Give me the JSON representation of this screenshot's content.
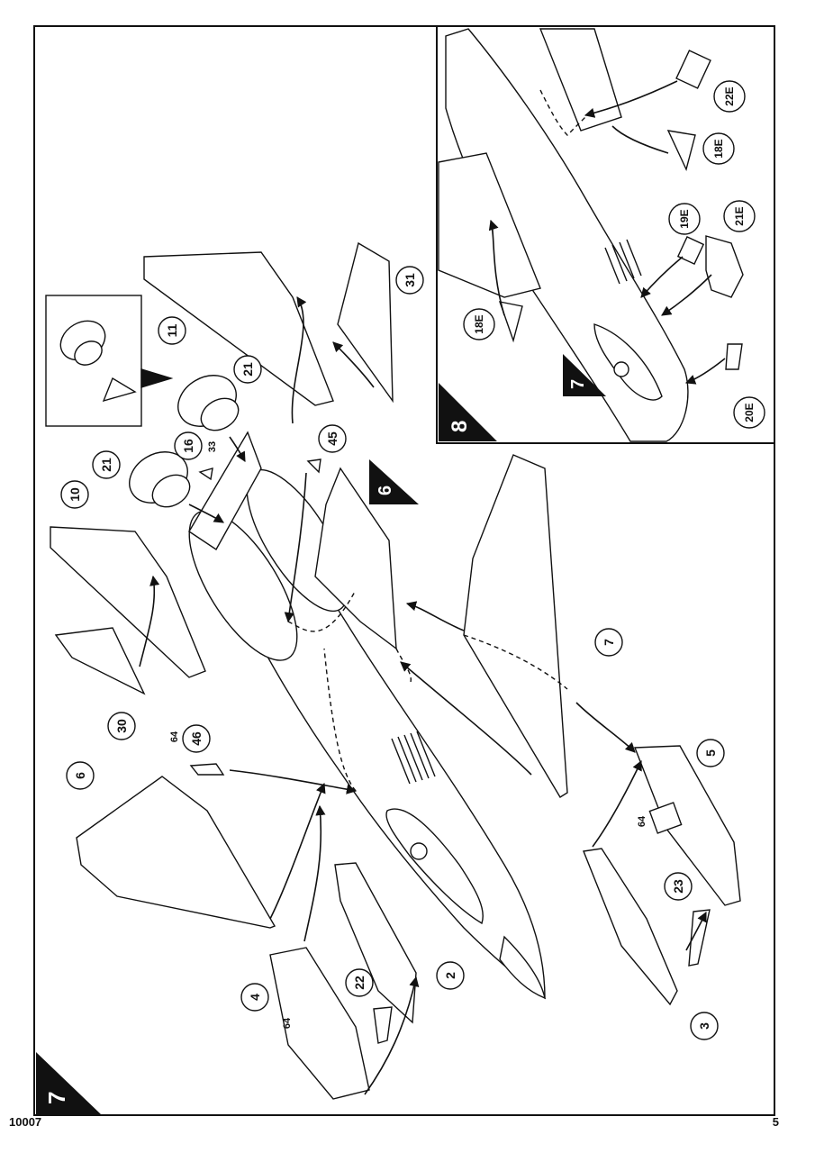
{
  "page": {
    "catalog_number": "10007",
    "page_number": "5"
  },
  "main_step": {
    "number": "7",
    "sub_step": "6",
    "callouts": [
      {
        "id": "c11",
        "label": "11"
      },
      {
        "id": "c31",
        "label": "31"
      },
      {
        "id": "c21a",
        "label": "21"
      },
      {
        "id": "c21b",
        "label": "21"
      },
      {
        "id": "c16",
        "label": "16"
      },
      {
        "id": "c45",
        "label": "45"
      },
      {
        "id": "c10",
        "label": "10"
      },
      {
        "id": "c7",
        "label": "7"
      },
      {
        "id": "c30",
        "label": "30"
      },
      {
        "id": "c46",
        "label": "46"
      },
      {
        "id": "c6",
        "label": "6"
      },
      {
        "id": "c5",
        "label": "5"
      },
      {
        "id": "c23",
        "label": "23"
      },
      {
        "id": "c4",
        "label": "4"
      },
      {
        "id": "c22",
        "label": "22"
      },
      {
        "id": "c2",
        "label": "2"
      },
      {
        "id": "c3",
        "label": "3"
      }
    ],
    "small_labels": {
      "p33": "33",
      "p64a": "64",
      "p64b": "64",
      "p64c": "64"
    }
  },
  "inset_step": {
    "number": "8",
    "sub_step": "7",
    "decals": [
      {
        "id": "d22E",
        "label": "22E"
      },
      {
        "id": "d18Ea",
        "label": "18E"
      },
      {
        "id": "d19E",
        "label": "19E"
      },
      {
        "id": "d21E",
        "label": "21E"
      },
      {
        "id": "d18Eb",
        "label": "18E"
      },
      {
        "id": "d20E",
        "label": "20E"
      }
    ]
  }
}
